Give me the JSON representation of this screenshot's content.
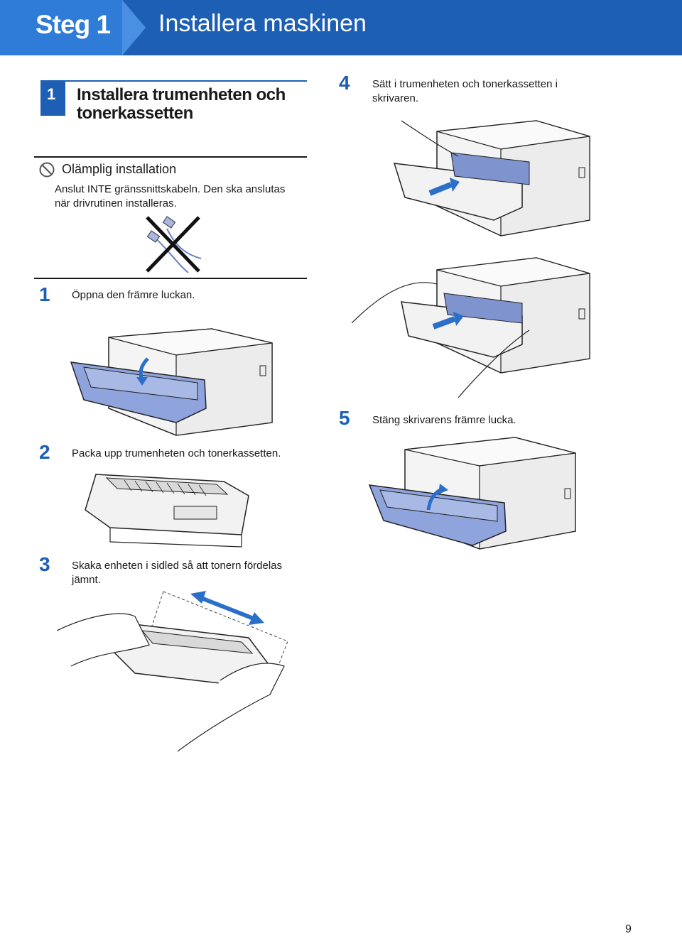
{
  "header": {
    "step_label": "Steg 1",
    "title": "Installera maskinen"
  },
  "section": {
    "number": "1",
    "title": "Installera trumenheten och tonerkassetten"
  },
  "warning": {
    "icon": "prohibited-icon",
    "title": "Olämplig installation",
    "text": "Anslut INTE gränssnittskabeln. Den ska anslutas när drivrutinen installeras."
  },
  "steps": [
    {
      "number": "1",
      "text": "Öppna den främre luckan."
    },
    {
      "number": "2",
      "text": "Packa upp trumenheten och tonerkassetten."
    },
    {
      "number": "3",
      "text": "Skaka enheten i sidled så att tonern fördelas jämnt."
    },
    {
      "number": "4",
      "text": "Sätt i trumenheten och tonerkassetten i skrivaren."
    },
    {
      "number": "5",
      "text": "Stäng skrivarens främre lucka."
    }
  ],
  "colors": {
    "brand_blue": "#1d5fb4",
    "part_blue": "#8fa4dc",
    "arrow_blue": "#2b6fc9"
  },
  "page_number": "9"
}
